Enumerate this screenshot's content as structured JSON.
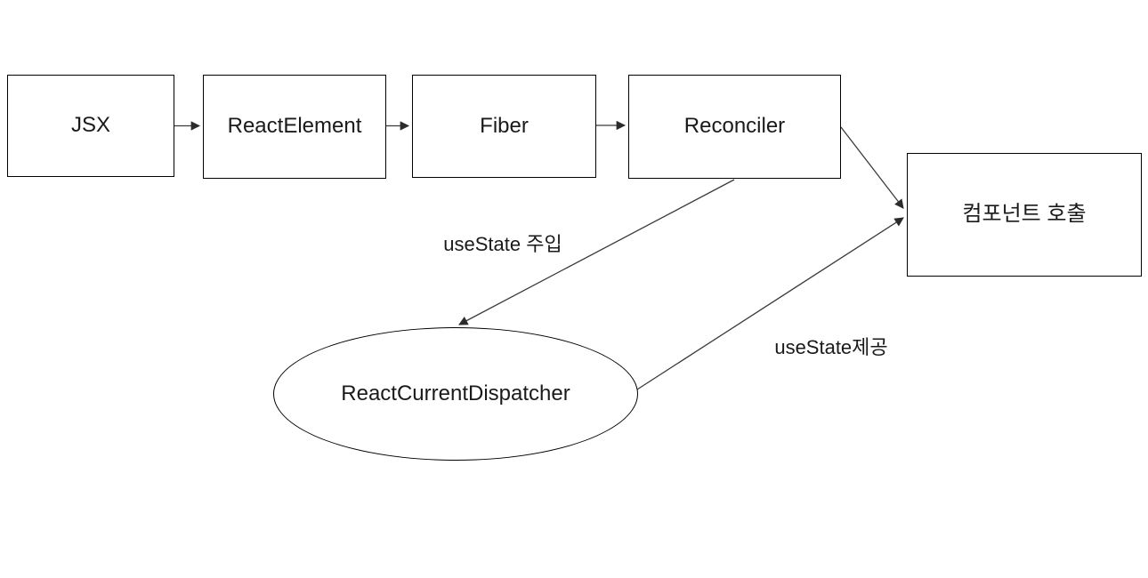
{
  "diagram": {
    "nodes": {
      "jsx": {
        "label": "JSX"
      },
      "react_element": {
        "label": "ReactElement"
      },
      "fiber": {
        "label": "Fiber"
      },
      "reconciler": {
        "label": "Reconciler"
      },
      "component_call": {
        "label": "컴포넌트 호출"
      },
      "dispatcher": {
        "label": "ReactCurrentDispatcher"
      }
    },
    "edge_labels": {
      "usestate_inject": "useState 주입",
      "usestate_provide": "useState제공"
    },
    "edges": [
      {
        "from": "jsx",
        "to": "react_element",
        "label": ""
      },
      {
        "from": "react_element",
        "to": "fiber",
        "label": ""
      },
      {
        "from": "fiber",
        "to": "reconciler",
        "label": ""
      },
      {
        "from": "reconciler",
        "to": "component_call",
        "label": ""
      },
      {
        "from": "reconciler",
        "to": "dispatcher",
        "label": "useState 주입"
      },
      {
        "from": "dispatcher",
        "to": "component_call",
        "label": "useState제공"
      }
    ],
    "colors": {
      "background": "#ffffff",
      "border": "#000000",
      "line": "#3b3b3b",
      "text": "#1a1a1a"
    }
  }
}
